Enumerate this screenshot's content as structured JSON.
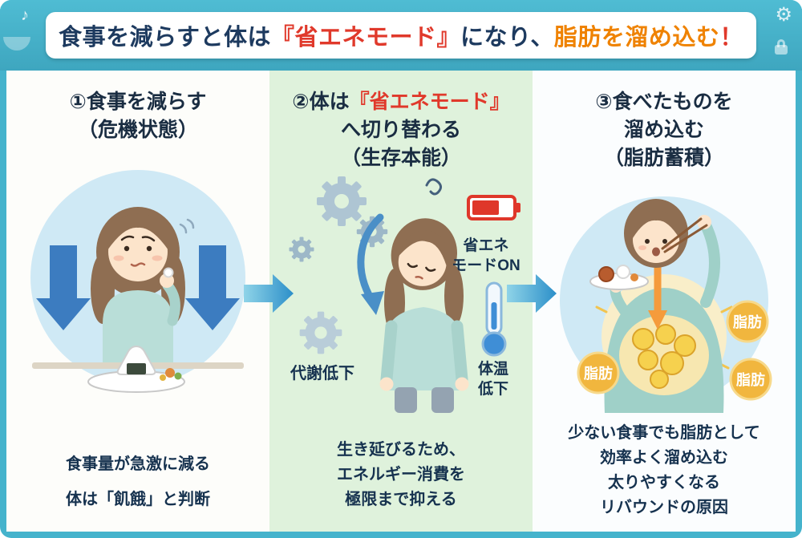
{
  "header": {
    "title": {
      "p1": "食事を減らすと体は",
      "p2": "『省エネモード』",
      "p3": "になり、",
      "p4": "脂肪を溜め込む",
      "p5": "！"
    },
    "decor": {
      "music": "♪",
      "gear": "⚙"
    }
  },
  "palette": {
    "banner_teal": "#45b3cc",
    "panel_green": "#dff2dc",
    "title_navy": "#1d3a5f",
    "accent_red": "#e0392b",
    "accent_orange": "#ef8200",
    "arrow_blue": "#3c7cc0",
    "caption_navy": "#16324f"
  },
  "panels": {
    "p1": {
      "heading1": "①食事を減らす",
      "heading2": "（危機状態）",
      "caption1": "食事量が急激に減る",
      "caption2": "体は「飢餓」と判断"
    },
    "p2": {
      "heading1a": "②体は",
      "heading1b": "『省エネモード』",
      "heading2": "へ切り替わる",
      "heading3": "（生存本能）",
      "battery_label1": "省エネ",
      "battery_label2": "モードON",
      "metabolism_label": "代謝低下",
      "temp_label1": "体温",
      "temp_label2": "低下",
      "caption1": "生き延びるため、",
      "caption2": "エネルギー消費を",
      "caption3": "極限まで抑える"
    },
    "p3": {
      "heading1": "③食べたものを",
      "heading2": "溜め込む",
      "heading3": "（脂肪蓄積）",
      "fat": "脂肪",
      "caption1": "少ない食事でも脂肪として",
      "caption2": "効率よく溜め込む",
      "caption3": "太りやすくなる",
      "caption4": "リバウンドの原因"
    }
  }
}
